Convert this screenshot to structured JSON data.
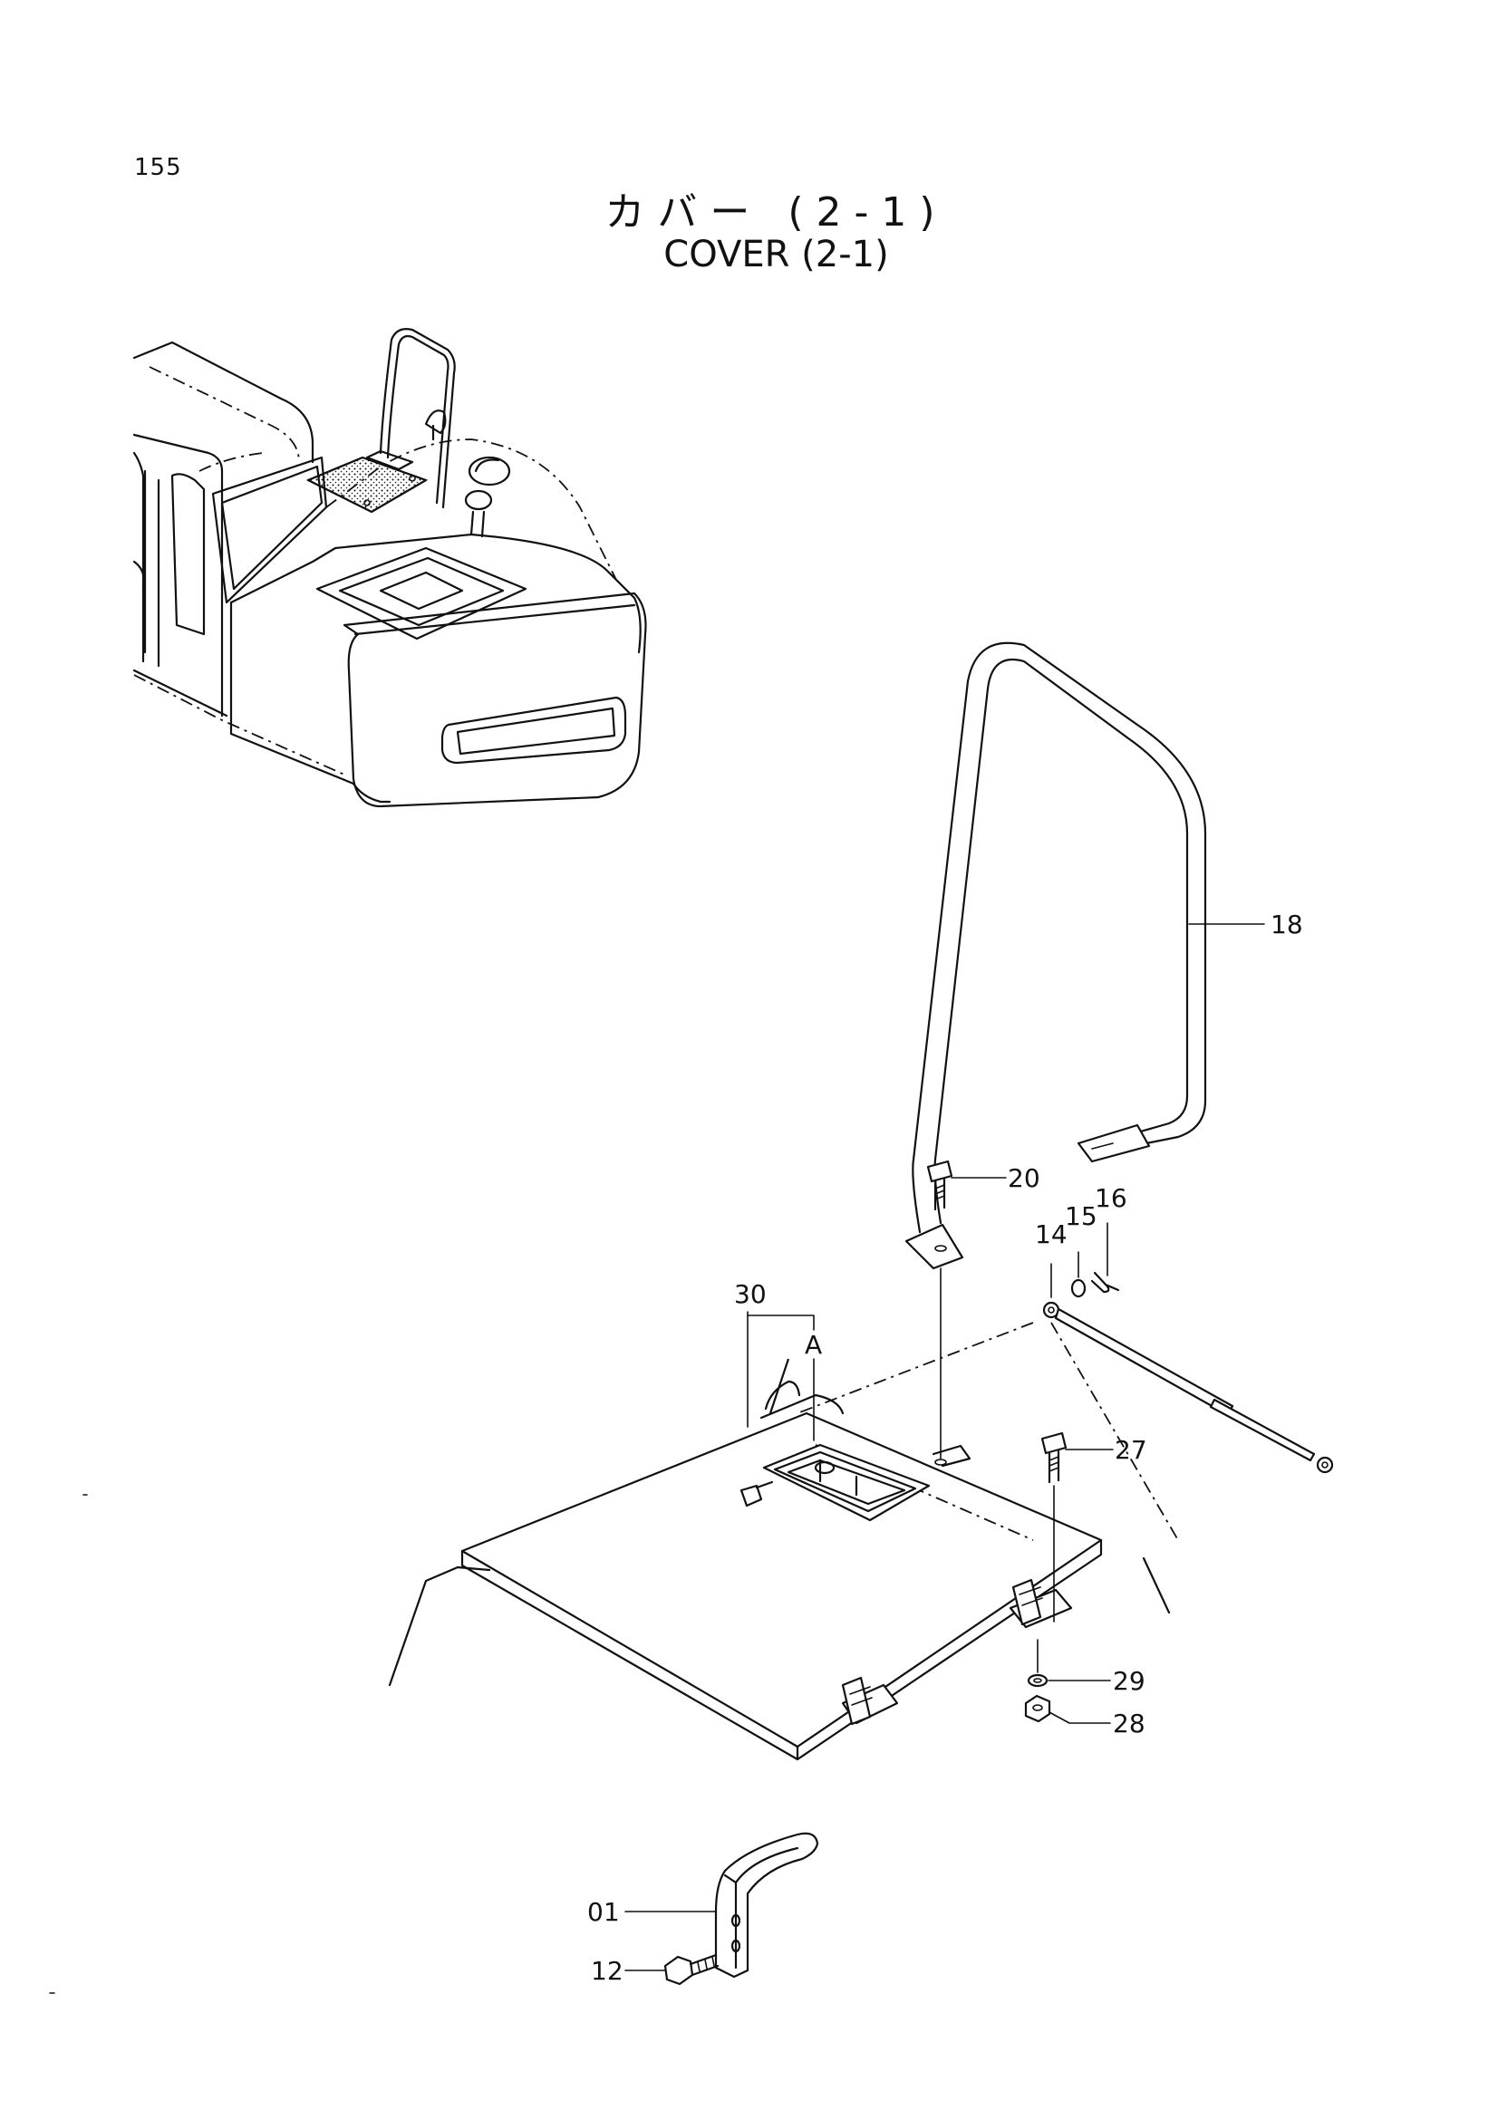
{
  "page": {
    "number": "155",
    "title_jp": "カバー (2-1)",
    "title_en": "COVER (2-1)"
  },
  "callouts": {
    "c01": "01",
    "c12": "12",
    "c14": "14",
    "c15": "15",
    "c16": "16",
    "c18": "18",
    "c20": "20",
    "c27": "27",
    "c28": "28",
    "c29": "29",
    "c30": "30",
    "cA": "A"
  }
}
